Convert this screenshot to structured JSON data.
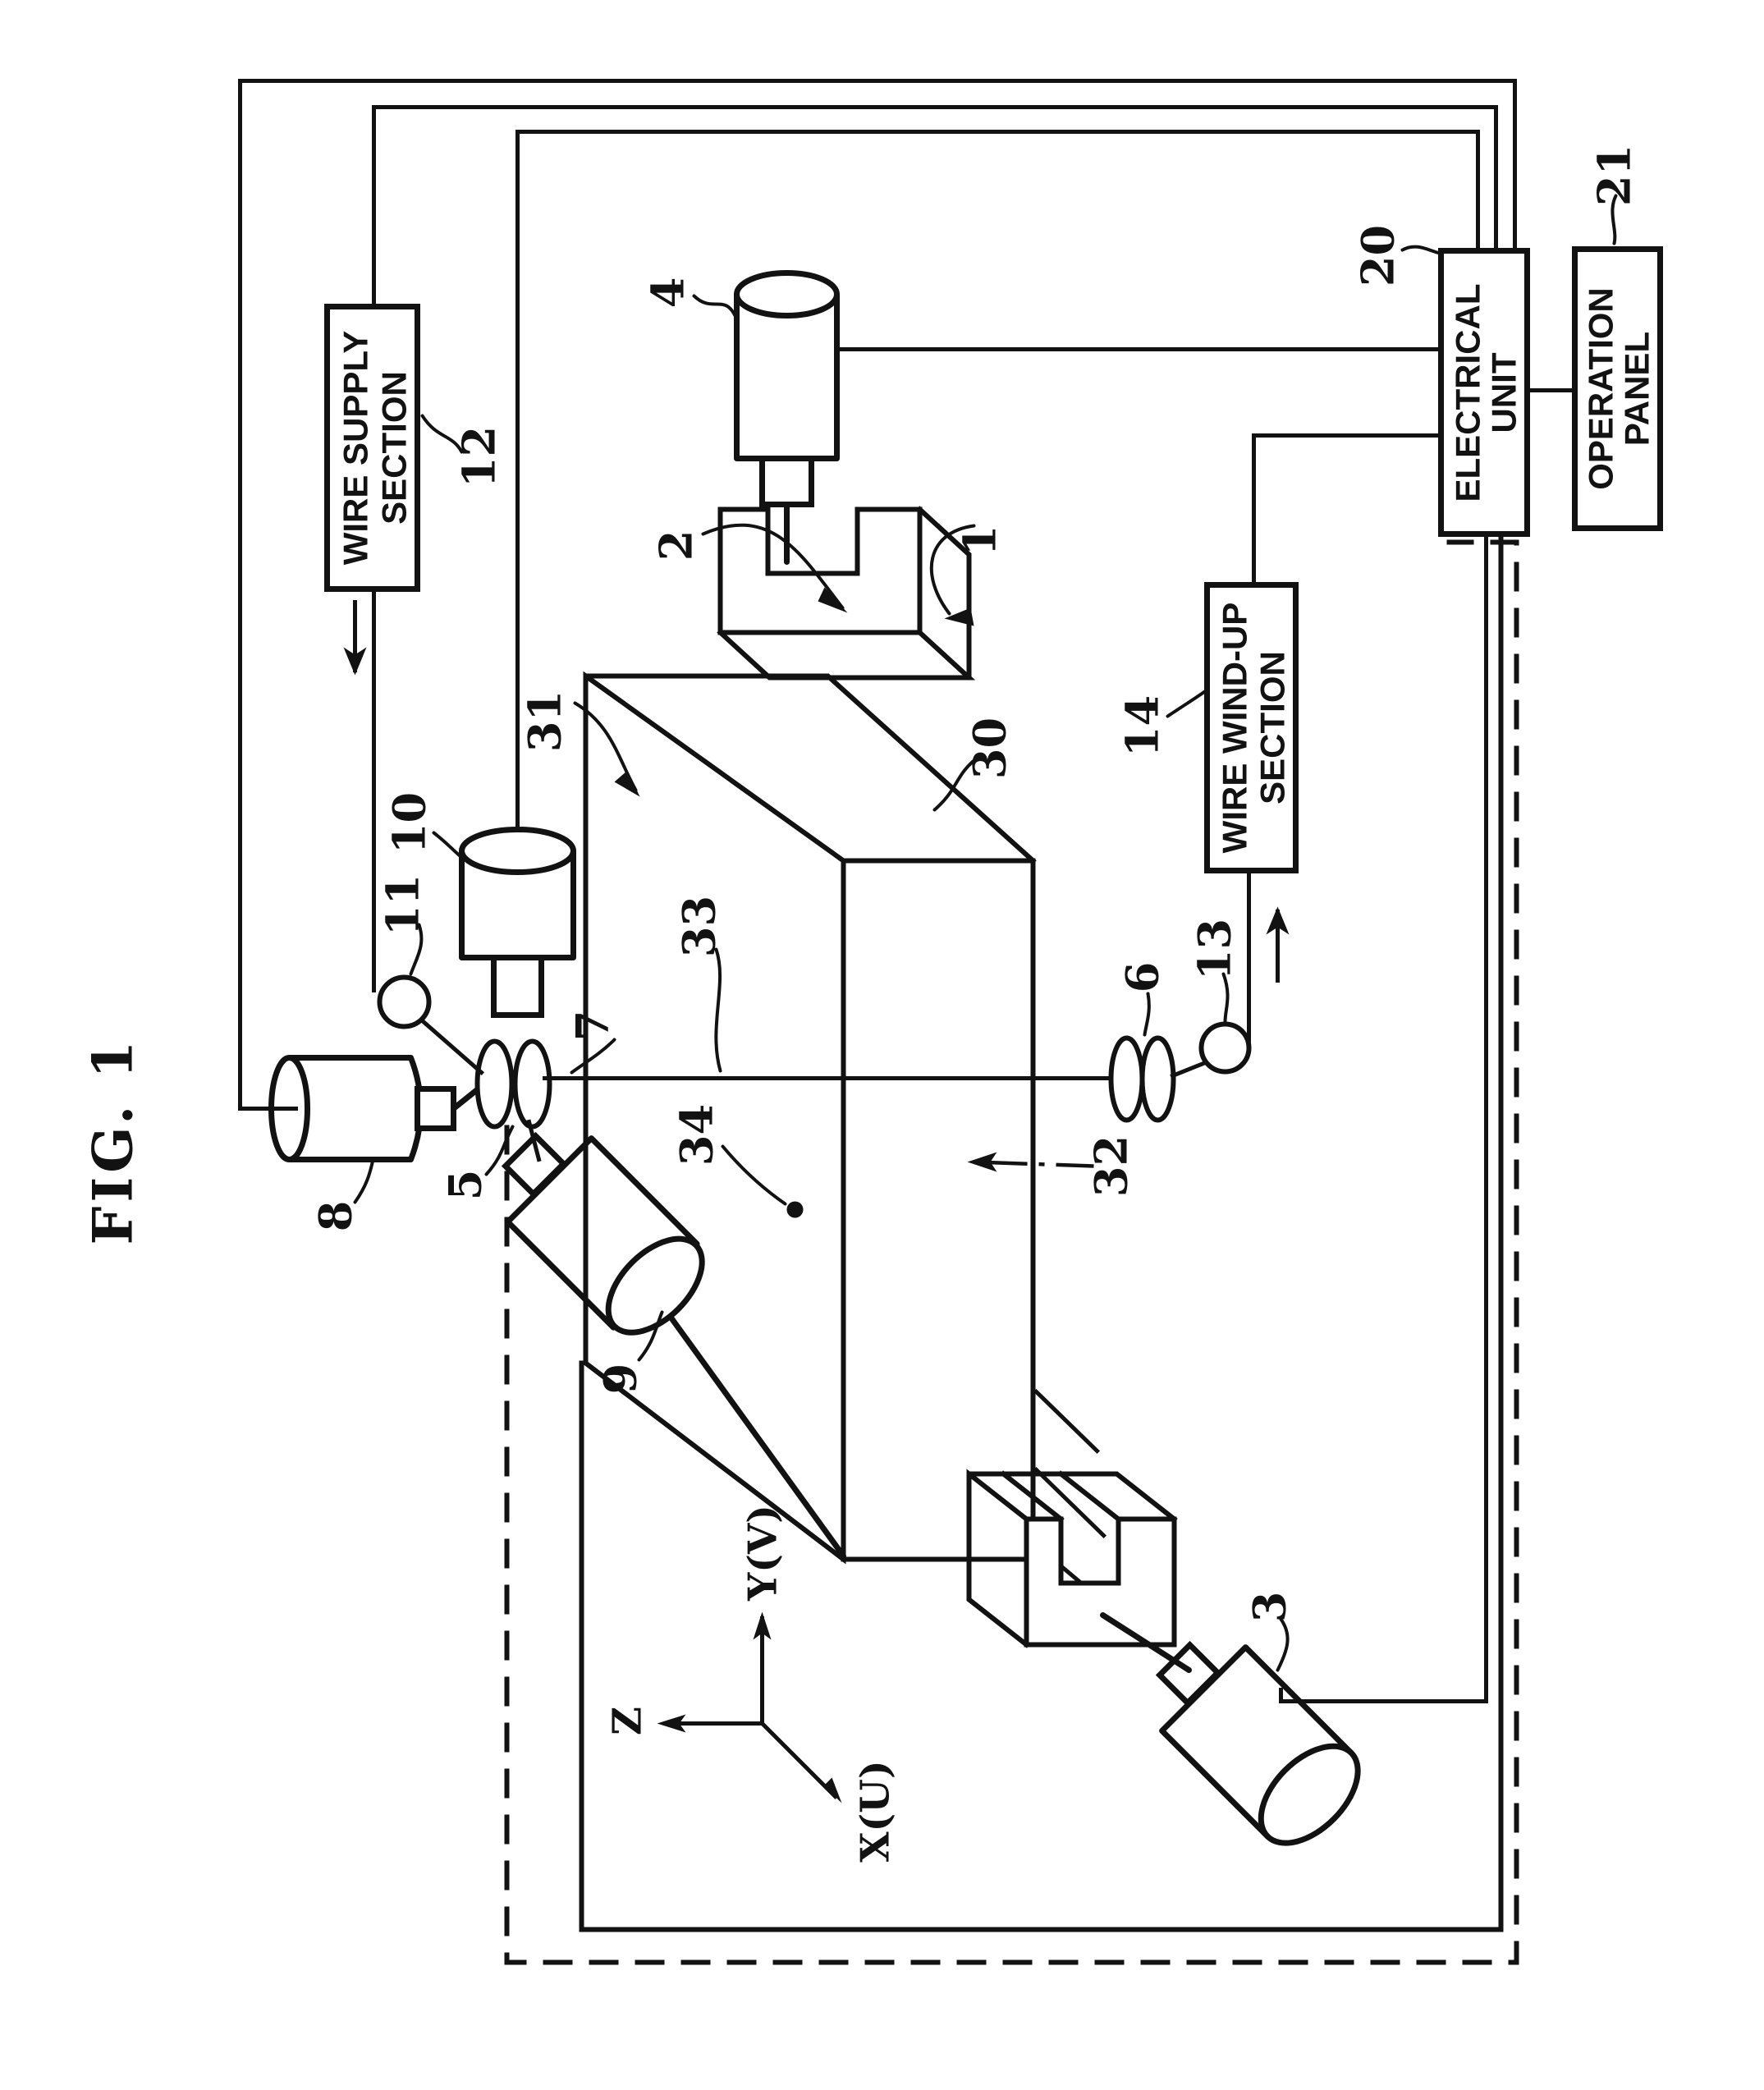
{
  "figure": {
    "label": "FIG. 1"
  },
  "boxes": {
    "wire_supply": {
      "line1": "WIRE SUPPLY",
      "line2": "SECTION"
    },
    "wire_windup": {
      "line1": "WIRE WIND-UP",
      "line2": "SECTION"
    },
    "electrical_unit": {
      "line1": "ELECTRICAL",
      "line2": "UNIT"
    },
    "operation_panel": {
      "line1": "OPERATION",
      "line2": "PANEL"
    }
  },
  "axes": {
    "z": "Z",
    "y": "Y(V)",
    "x": "X(U)"
  },
  "nums": {
    "n1": "1",
    "n2": "2",
    "n3": "3",
    "n4": "4",
    "n5": "5",
    "n6": "6",
    "n7": "7",
    "n8": "8",
    "n9": "9",
    "n10": "10",
    "n11": "11",
    "n12": "12",
    "n13": "13",
    "n14": "14",
    "n20": "20",
    "n21": "21",
    "n30": "30",
    "n31": "31",
    "n32": "32",
    "n33": "33",
    "n34": "34"
  },
  "colors": {
    "ink": "#121212",
    "paper": "#ffffff"
  }
}
